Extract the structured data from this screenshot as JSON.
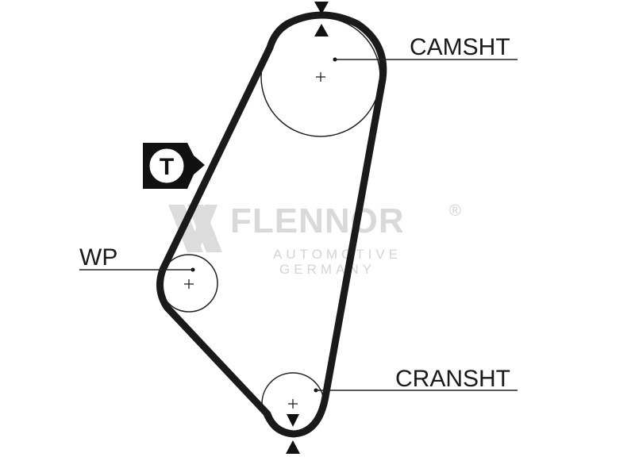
{
  "labels": {
    "camshaft": "CAMSHT",
    "water_pump": "WP",
    "crankshaft": "CRANSHT",
    "tensioner": "T"
  },
  "watermark": {
    "brand": "FLENNOR",
    "registered": "®",
    "line1": "AUTOMOTIVE",
    "line2": "GERMANY"
  },
  "colors": {
    "belt": "#1a1a1a",
    "watermark": "#d9d9d9",
    "background": "#ffffff"
  }
}
